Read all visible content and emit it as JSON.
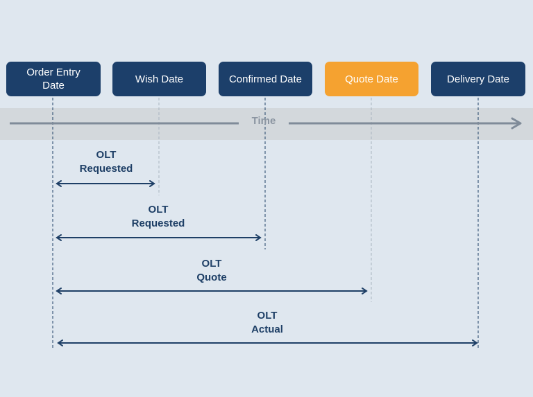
{
  "colors": {
    "box_dark": "#1c3f6a",
    "box_accent": "#f5a230",
    "arrow": "#1e3f66",
    "time_arrow": "#7f8b99"
  },
  "milestones": [
    {
      "label": "Order Entry\nDate",
      "highlight": false
    },
    {
      "label": "Wish Date",
      "highlight": false
    },
    {
      "label": "Confirmed Date",
      "highlight": false
    },
    {
      "label": "Quote Date",
      "highlight": true
    },
    {
      "label": "Delivery Date",
      "highlight": false
    }
  ],
  "timeline": {
    "label": "Time"
  },
  "spans": [
    {
      "line1": "OLT",
      "line2": "Requested",
      "from": 0,
      "to": 1
    },
    {
      "line1": "OLT",
      "line2": "Requested",
      "from": 0,
      "to": 2
    },
    {
      "line1": "OLT",
      "line2": "Quote",
      "from": 0,
      "to": 3
    },
    {
      "line1": "OLT",
      "line2": "Actual",
      "from": 0,
      "to": 4
    }
  ]
}
